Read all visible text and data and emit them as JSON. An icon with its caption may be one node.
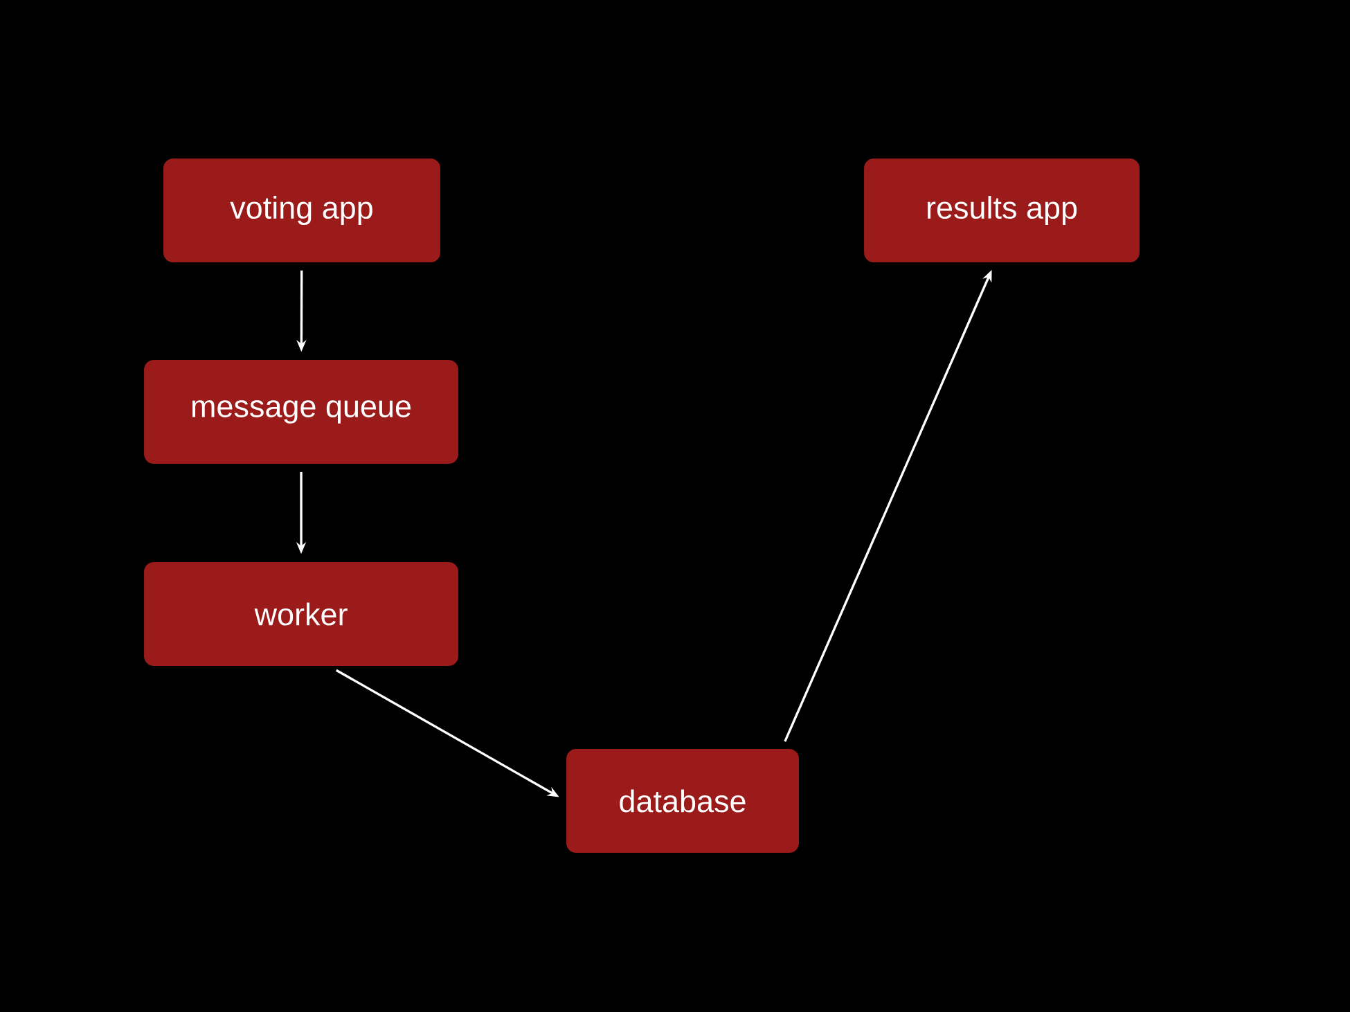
{
  "diagram": {
    "nodes": [
      {
        "text": [
          "voting app"
        ]
      },
      {
        "text": [
          "message queue"
        ]
      },
      {
        "text": [
          "worker"
        ]
      },
      {
        "text": [
          "database"
        ]
      },
      {
        "text": [
          "results app"
        ]
      }
    ],
    "edges": [
      {
        "from": 0,
        "to": 1,
        "arrow": "to"
      },
      {
        "from": 1,
        "to": 2,
        "arrow": "to"
      },
      {
        "from": 2,
        "to": 3,
        "arrow": "to"
      },
      {
        "from": 3,
        "to": 4,
        "arrow": "to"
      }
    ]
  }
}
